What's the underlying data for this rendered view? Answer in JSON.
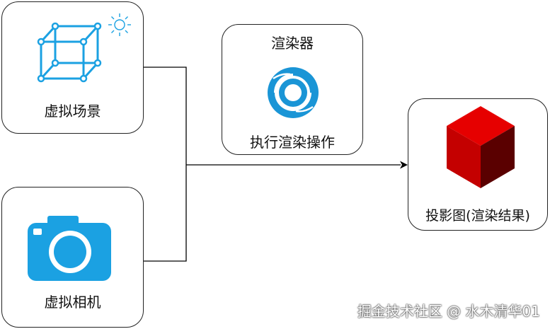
{
  "nodes": {
    "scene": {
      "label": "虚拟场景"
    },
    "camera": {
      "label": "虚拟相机"
    },
    "renderer": {
      "title": "渲染器",
      "label": "执行渲染操作"
    },
    "result": {
      "label": "投影图(渲染结果)"
    }
  },
  "watermark": "掘金技术社区 @ 水木清华01",
  "colors": {
    "wireframe": "#1ba1e2",
    "camera": "#1ba1e2",
    "renderer": "#1a95d6",
    "cube_top": "#e60000",
    "cube_left": "#c40000",
    "cube_right": "#5a0000",
    "connector": "#000000"
  }
}
